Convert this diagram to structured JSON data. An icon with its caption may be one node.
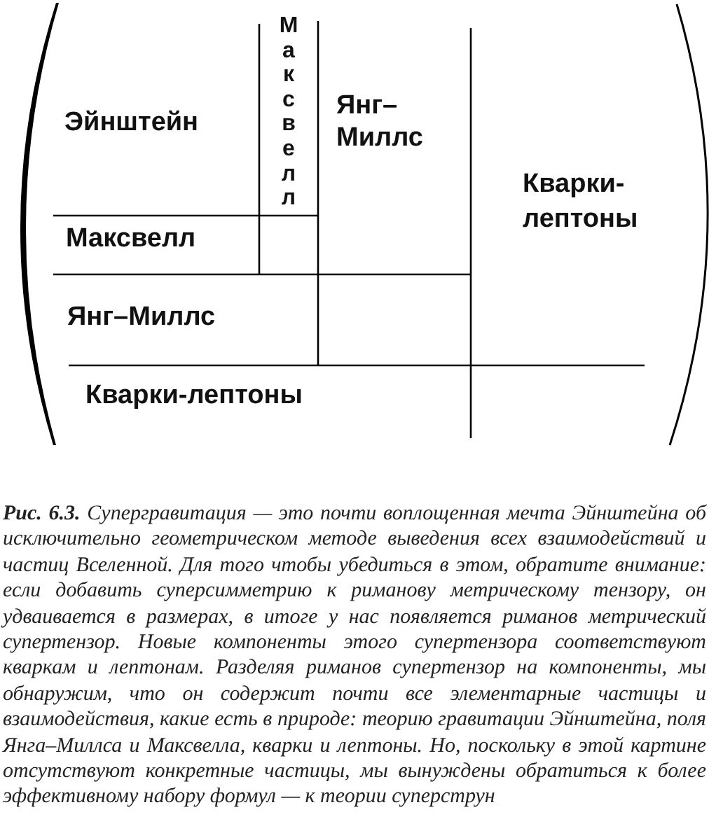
{
  "diagram": {
    "caption": "**Рис. 6.3.** Супергравитация — это почти воплощенная мечта Эйнштейна об исключительно геометрическом методе выведения всех взаимодействий и частиц Вселенной. Для того чтобы убедиться в этом, обратите внимание: если добавить суперсимметрию к риманову метрическому тензору, он удваивается в размерах, в итоге у нас появляется риманов метрический супертензор. Новые компоненты этого супертензора соответствуют кваркам и лептонам. Разделяя риманов супертензор на компоненты, мы обнаружим, что он содержит почти все элементарные частицы и взаимодействия, какие есть в природе: теорию гравитации Эйнштейна, поля Янга–Миллса и Максвелла, кварки и лептоны. Но, поскольку в этой картине отсутствуют конкретные частицы, мы вынуждены обратиться к более эффективному набору формул — к теории суперструн",
    "labels": [
      "Эйнштейн",
      "Максвелл",
      "Янг–Миллс",
      "Кварки-лептоны",
      "Максвелл",
      "Янг–Миллс",
      "Кварки-лептоны"
    ]
  }
}
